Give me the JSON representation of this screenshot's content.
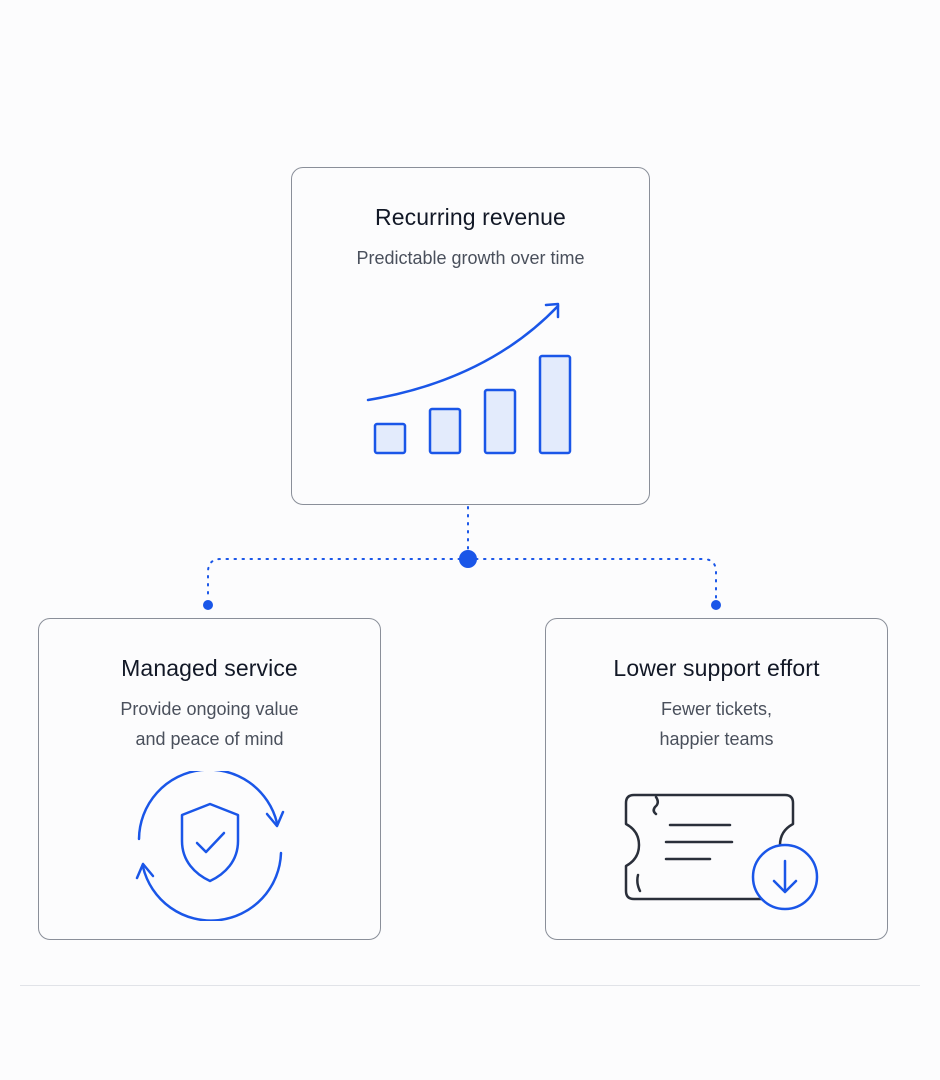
{
  "diagram": {
    "accent_color": "#1a56e8",
    "top_card": {
      "title": "Recurring revenue",
      "subtitle": "Predictable growth over time",
      "icon": "growth-chart-icon"
    },
    "left_card": {
      "title": "Managed service",
      "subtitle_lines": [
        "Provide ongoing value",
        "and peace of mind"
      ],
      "icon": "shield-cycle-icon"
    },
    "right_card": {
      "title": "Lower support effort",
      "subtitle_lines": [
        "Fewer tickets,",
        "happier teams"
      ],
      "icon": "ticket-download-icon"
    }
  }
}
